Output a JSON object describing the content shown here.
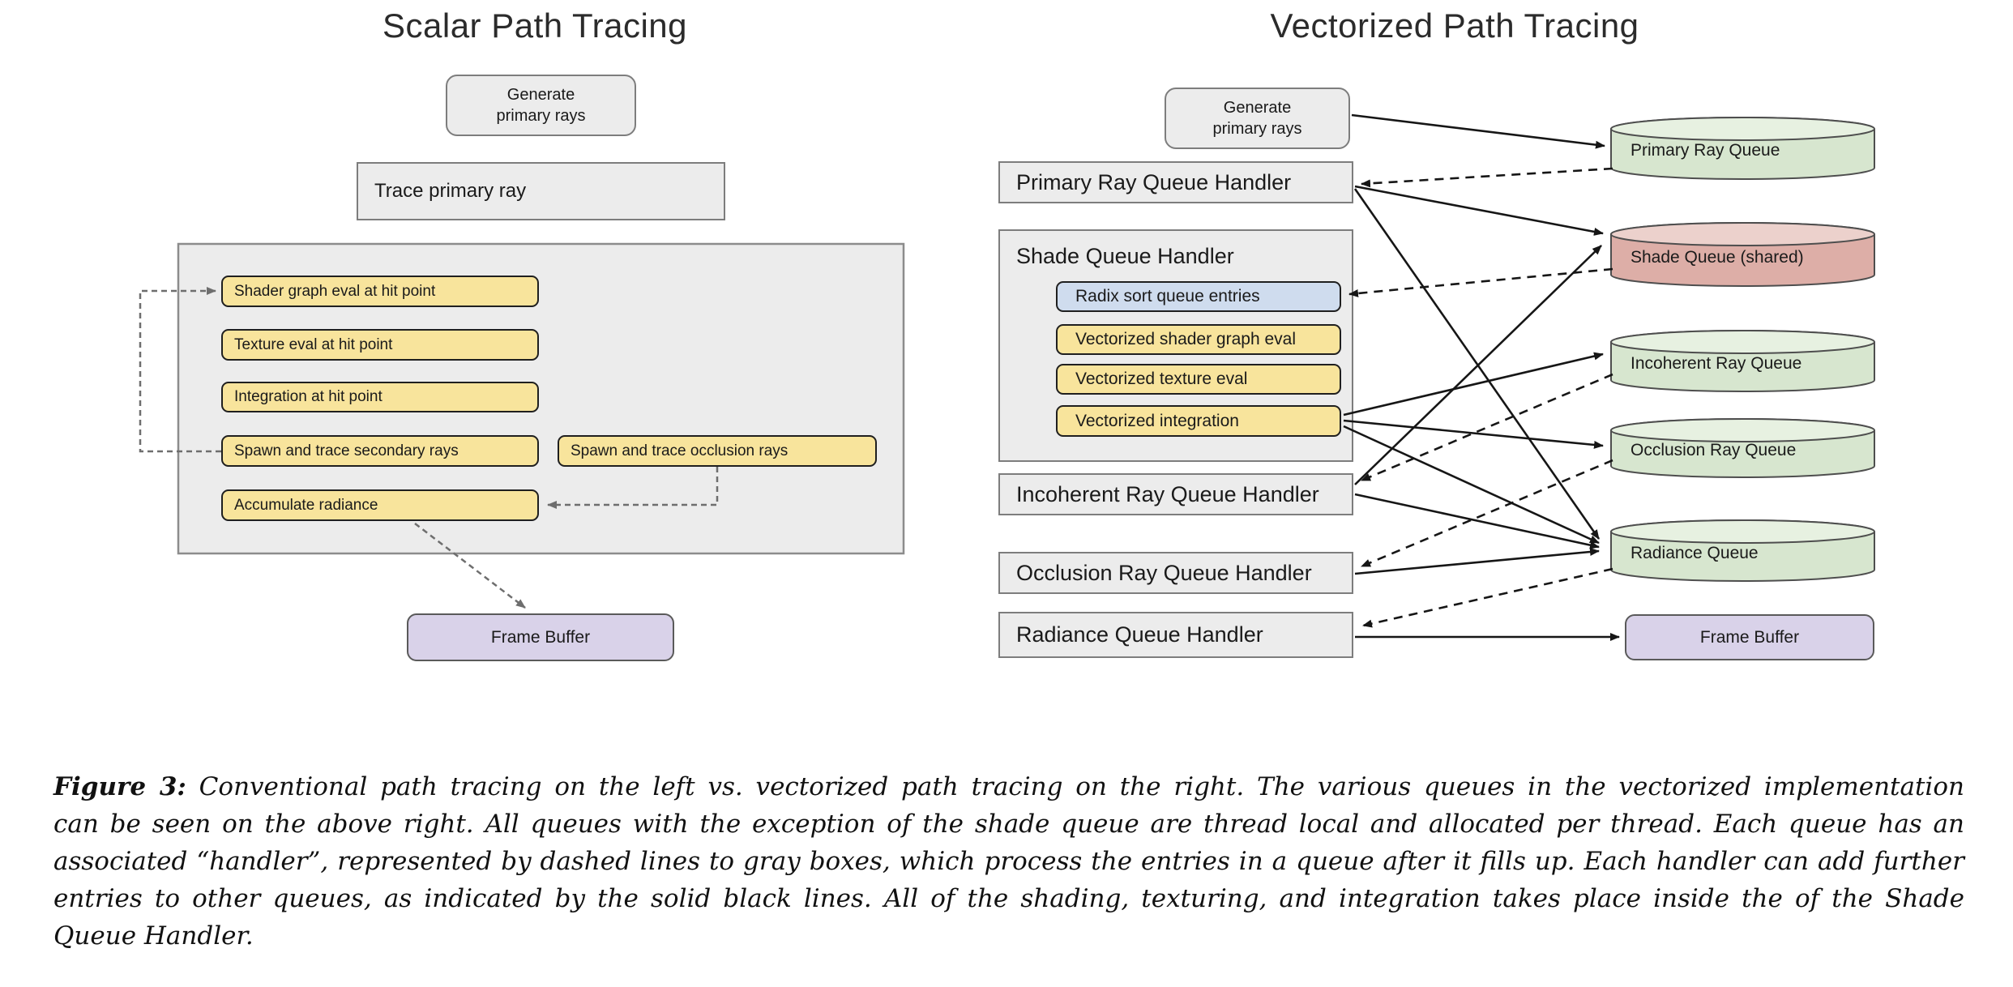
{
  "left_diagram": {
    "title": "Scalar Path Tracing",
    "generate_box": "Generate\nprimary rays",
    "trace_box": "Trace primary ray",
    "steps": [
      {
        "label": "Shader graph eval at hit point"
      },
      {
        "label": "Texture eval at hit point"
      },
      {
        "label": "Integration at hit point"
      },
      {
        "label": "Spawn and trace secondary rays"
      },
      {
        "label": "Spawn and trace occlusion rays"
      },
      {
        "label": "Accumulate radiance"
      }
    ],
    "frame_buffer": "Frame Buffer"
  },
  "right_diagram": {
    "title": "Vectorized Path Tracing",
    "generate_box": "Generate\nprimary rays",
    "handlers": {
      "primary": "Primary Ray Queue Handler",
      "shade": "Shade Queue Handler",
      "incoherent": "Incoherent Ray Queue Handler",
      "occlusion": "Occlusion Ray Queue Handler",
      "radiance": "Radiance Queue Handler"
    },
    "shade_steps": {
      "radix": "Radix sort queue entries",
      "shader": "Vectorized shader graph eval",
      "texture": "Vectorized texture eval",
      "integration": "Vectorized integration"
    },
    "queues": {
      "primary": "Primary Ray Queue",
      "shade": "Shade Queue (shared)",
      "incoherent": "Incoherent Ray Queue",
      "occlusion": "Occlusion Ray Queue",
      "radiance": "Radiance Queue"
    },
    "frame_buffer": "Frame Buffer"
  },
  "caption": {
    "figure_label": "Figure 3:",
    "lines": [
      " Conventional path tracing on the left vs. vectorized path tracing on the right. The various queues in the vectorized implementation",
      "can be seen on the above right. All queues with the exception of the shade queue are thread local and allocated per thread. Each queue has an",
      "associated “handler”, represented by dashed lines to gray boxes, which process the entries in a queue after it fills up. Each handler can add further",
      "entries to other queues, as indicated by the solid black lines. All of the shading, texturing, and integration takes place inside the of the Shade",
      "Queue Handler."
    ]
  },
  "colors": {
    "gray_box_fill": "#ececec",
    "gray_box_border": "#7d7d7d",
    "step_yellow": "#f8e49c",
    "sort_blue": "#cfdcee",
    "frame_buffer_purple": "#d9d2e9",
    "queue_green": "#d7e6cf",
    "shared_queue_pink": "#ddaea7",
    "solid_arrow": "#161616",
    "dashed_handler_arrow": "#161616",
    "scalar_loop_arrow": "#6e6e6e"
  }
}
